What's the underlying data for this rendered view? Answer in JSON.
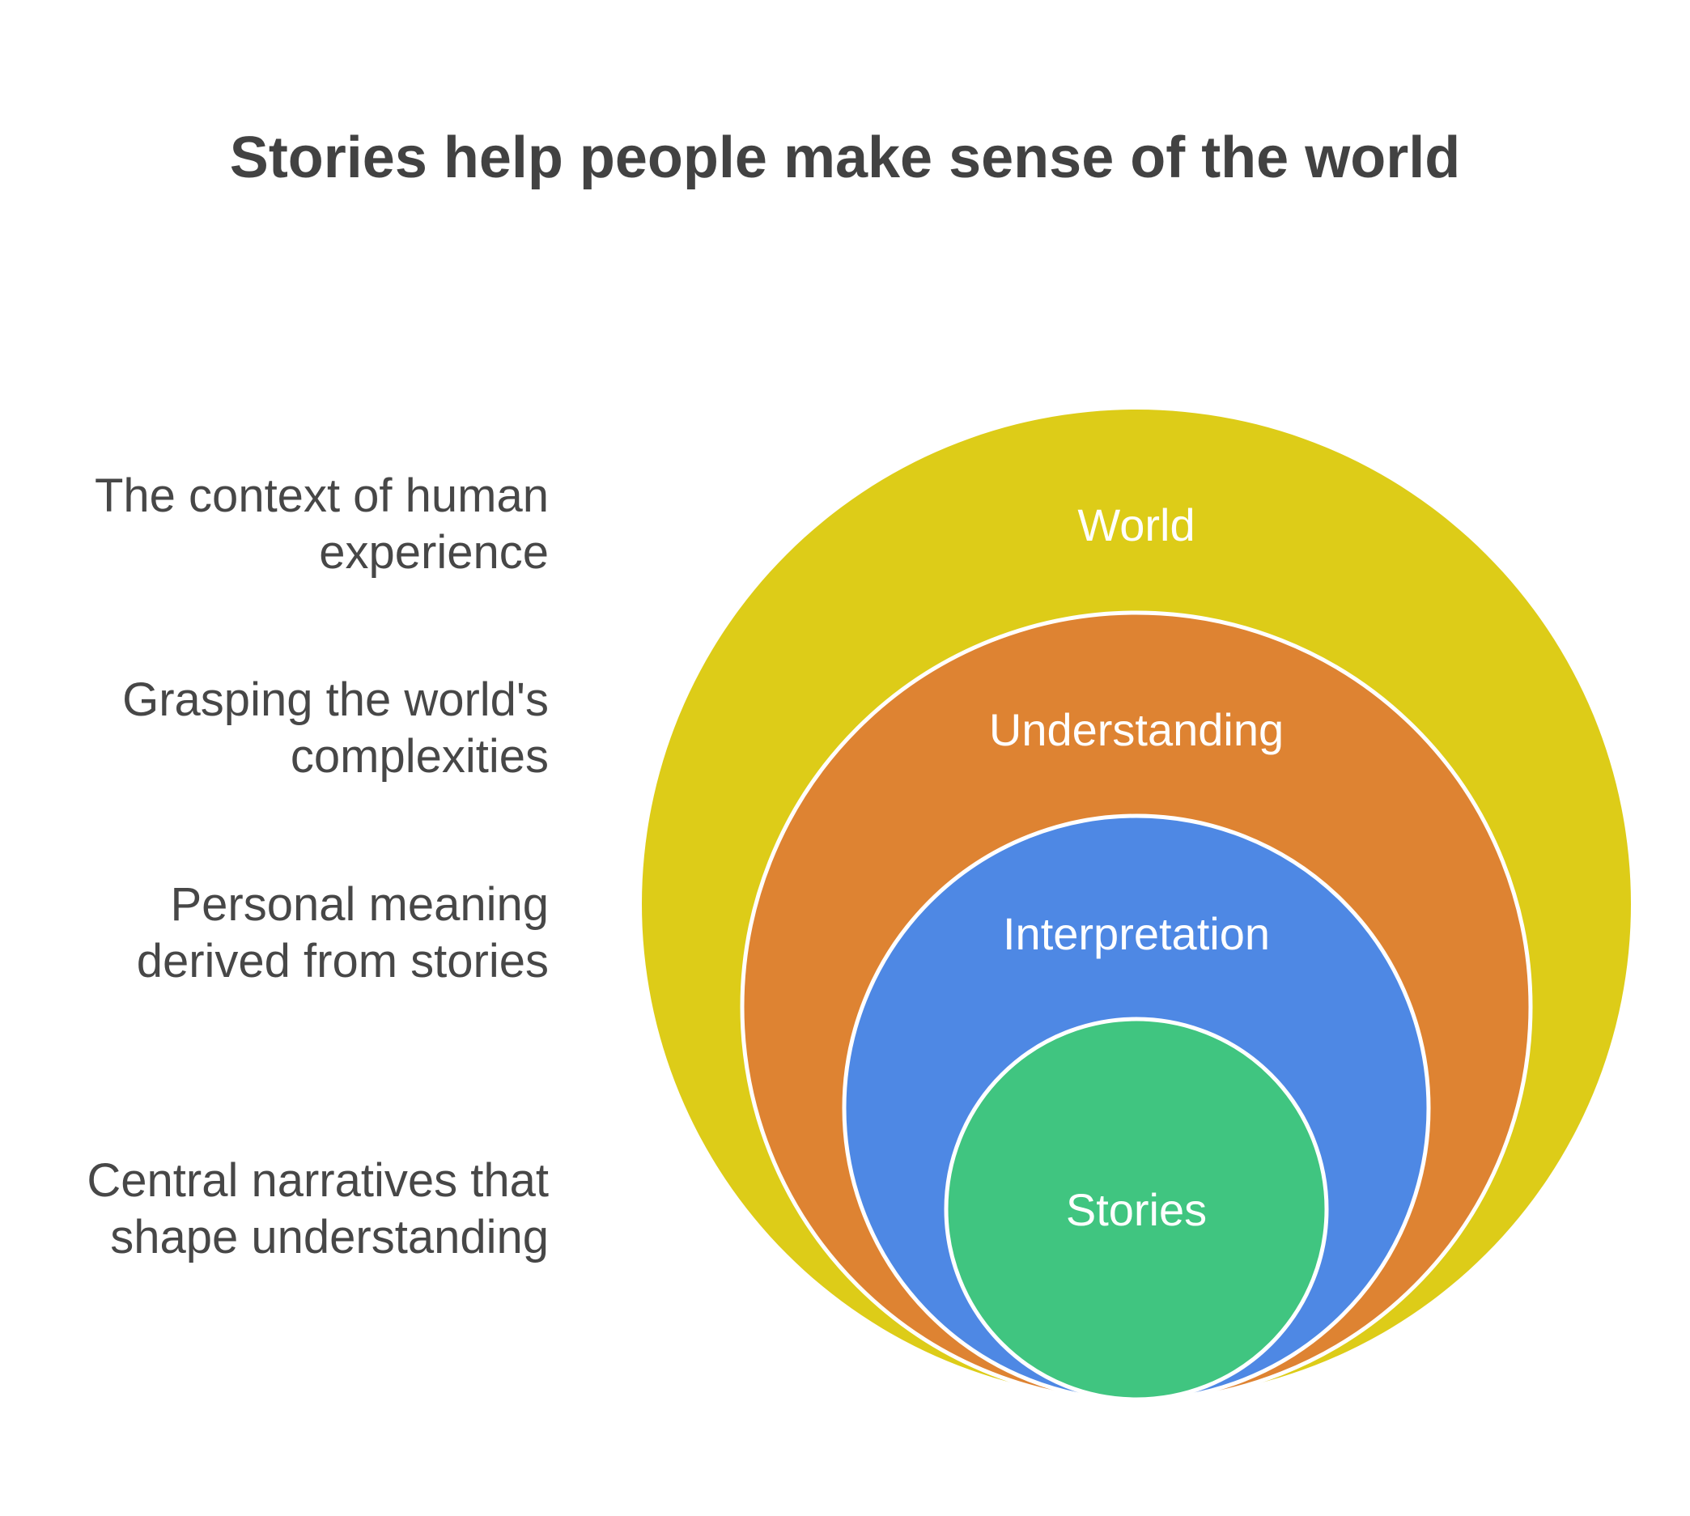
{
  "title": "Stories help people make sense of the world",
  "layers": [
    {
      "label": "World",
      "color": "#DDCC18",
      "description": [
        "The context of human",
        "experience"
      ]
    },
    {
      "label": "Understanding",
      "color": "#DE8332",
      "description": [
        "Grasping the world's",
        "complexities"
      ]
    },
    {
      "label": "Interpretation",
      "color": "#4E88E4",
      "description": [
        "Personal meaning",
        "derived from stories"
      ]
    },
    {
      "label": "Stories",
      "color": "#40C580",
      "description": [
        "Central narratives that",
        "shape understanding"
      ]
    }
  ]
}
